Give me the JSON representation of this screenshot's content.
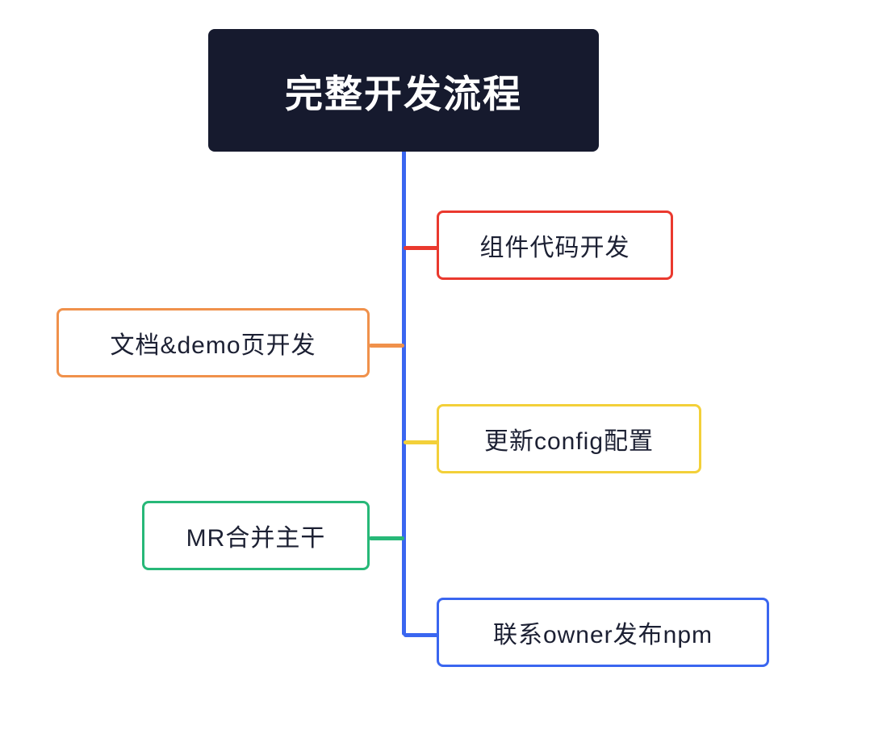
{
  "title": "完整开发流程",
  "nodes": [
    {
      "label": "组件代码开发",
      "color": "#ea392e",
      "side": "right"
    },
    {
      "label": "文档&demo页开发",
      "color": "#f0914b",
      "side": "left"
    },
    {
      "label": "更新config配置",
      "color": "#f3d039",
      "side": "right"
    },
    {
      "label": "MR合并主干",
      "color": "#27b878",
      "side": "left"
    },
    {
      "label": "联系owner发布npm",
      "color": "#3a66f0",
      "side": "right"
    }
  ],
  "colors": {
    "canvas_background": "#ffffff",
    "root_background": "#161a2e",
    "root_text": "#ffffff",
    "trunk": "#3a66f0",
    "node_text": "#1c2033"
  }
}
